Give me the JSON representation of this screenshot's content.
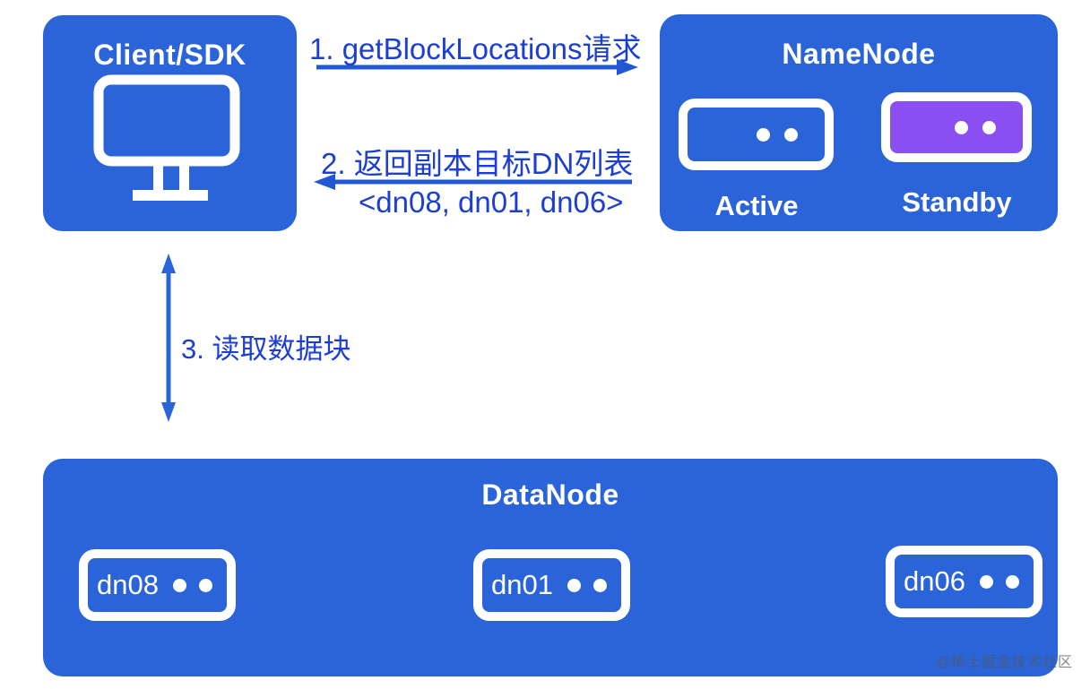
{
  "client": {
    "title": "Client/SDK"
  },
  "namenode": {
    "title": "NameNode",
    "active_label": "Active",
    "standby_label": "Standby"
  },
  "datanode": {
    "title": "DataNode",
    "nodes": [
      "dn08",
      "dn01",
      "dn06"
    ]
  },
  "arrows": {
    "step1": "1. getBlockLocations请求",
    "step2_line1": "2. 返回副本目标DN列表",
    "step2_line2": "<dn08, dn01, dn06>",
    "step3": "3. 读取数据块"
  },
  "watermark": "@稀土掘金技术社区",
  "colors": {
    "primary_blue": "#2a64d8",
    "accent_purple": "#8a4ff0",
    "arrow_blue": "#2257d4",
    "label_blue": "#1c3ed2",
    "icon_white": "#ffffff"
  }
}
